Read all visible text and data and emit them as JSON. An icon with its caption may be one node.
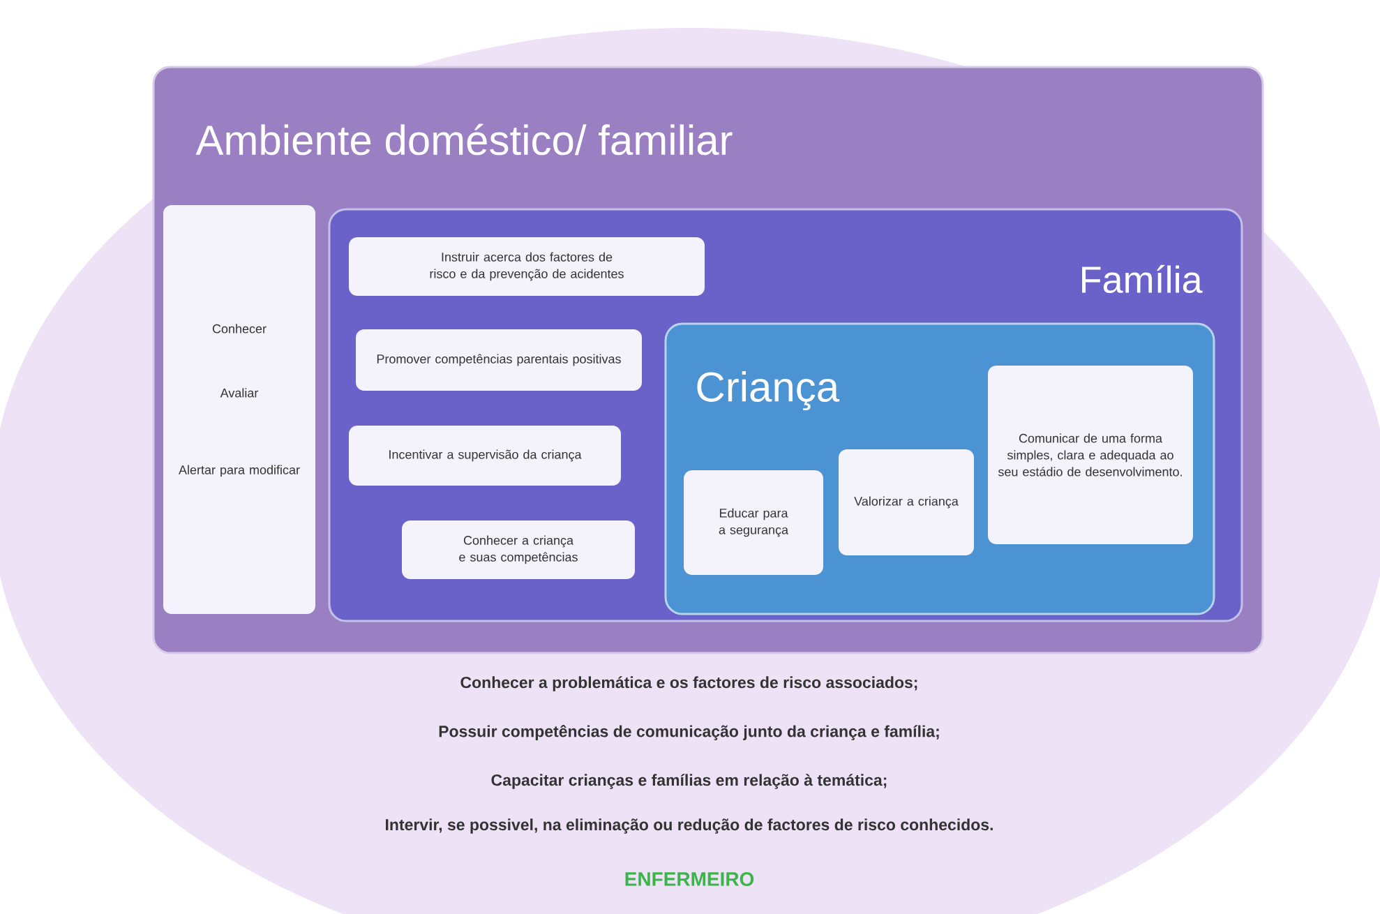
{
  "diagram": {
    "nodes": [
      {
        "text": [
          "Conhecer  a problemática e os factores de risco associados;",
          "Possuir competências de comunicação junto da criança e família;",
          "Capacitar crianças e famílias em relação à temática;",
          "Intervir, se possivel, na eliminação ou redução de factores de risco conhecidos.",
          "ENFERMEIRO"
        ]
      },
      {
        "text": [
          "Ambiente doméstico/ familiar"
        ],
        "in": 0
      },
      {
        "text": [
          "Conhecer",
          "Avaliar",
          "Alertar para modificar"
        ],
        "in": 1
      },
      {
        "text": [
          "Família"
        ],
        "in": 1
      },
      {
        "text": [
          "Instruir acerca dos factores de risco e da prevenção de acidentes"
        ],
        "in": 3
      },
      {
        "text": [
          "Promover competências parentais positivas"
        ],
        "in": 3
      },
      {
        "text": [
          "Incentivar a supervisão da criança"
        ],
        "in": 3
      },
      {
        "text": [
          "Conhecer a criança e suas competências"
        ],
        "in": 3
      },
      {
        "text": [
          "Criança"
        ],
        "in": 3
      },
      {
        "text": [
          "Educar para a segurança"
        ],
        "in": 8
      },
      {
        "text": [
          "Valorizar a criança"
        ],
        "in": 8
      },
      {
        "text": [
          "Comunicar de uma forma simples, clara e adequada ao seu estádio de desenvolvimento."
        ],
        "in": 8
      }
    ]
  }
}
